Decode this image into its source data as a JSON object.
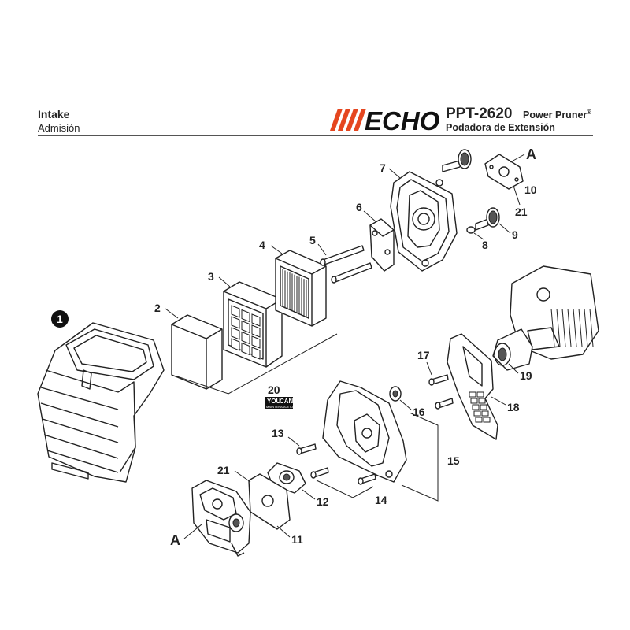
{
  "header": {
    "title_en": "Intake",
    "title_es": "Admisión",
    "brand": "ECHO",
    "model": "PPT-2620",
    "product_name": "Power Pruner",
    "registered_mark": "®",
    "product_name_es": "Podadora de Extensión"
  },
  "labels": {
    "p1": "1",
    "p2": "2",
    "p3": "3",
    "p4": "4",
    "p5": "5",
    "p6": "6",
    "p7": "7",
    "p8": "8",
    "p9": "9",
    "p10": "10",
    "p11": "11",
    "p12": "12",
    "p13": "13",
    "p14": "14",
    "p15": "15",
    "p16": "16",
    "p17": "17",
    "p18": "18",
    "p19": "19",
    "p20": "20",
    "p21a": "21",
    "p21b": "21",
    "a_top": "A",
    "a_bottom": "A"
  },
  "kit_badge": {
    "line1": "YOU",
    "line2": "CAN",
    "line3": "MAINTENANCE KIT"
  },
  "colors": {
    "brand": "#e5461f",
    "ink": "#222222"
  }
}
